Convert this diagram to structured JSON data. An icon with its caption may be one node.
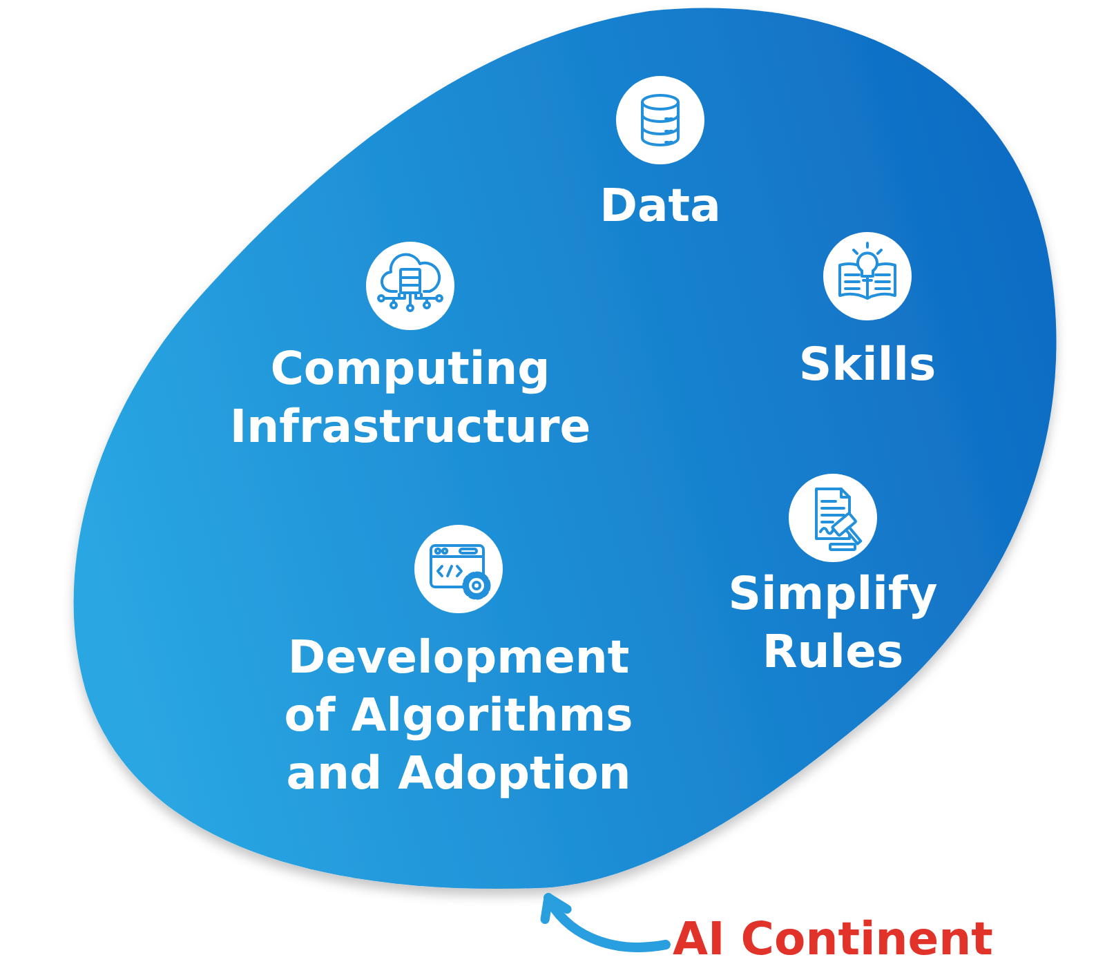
{
  "diagram": {
    "nodes": [
      {
        "text": [],
        "shape": "blob"
      },
      {
        "text": [
          "Data"
        ],
        "in": 0
      },
      {
        "text": [
          "Computing Infrastructure"
        ],
        "in": 0
      },
      {
        "text": [
          "Skills"
        ],
        "in": 0
      },
      {
        "text": [
          "Simplify Rules"
        ],
        "in": 0
      },
      {
        "text": [
          "Development of Algorithms and Adoption"
        ],
        "in": 0
      },
      {
        "text": [
          "AI Continent"
        ]
      }
    ],
    "edges": [
      {
        "from": 6,
        "to": 0,
        "arrow": "to"
      }
    ]
  }
}
